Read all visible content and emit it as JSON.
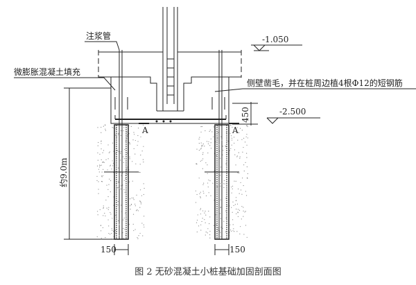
{
  "labels": {
    "grout_pipe": "注浆管",
    "fill": "微膨胀混凝土填充",
    "side_wall": "侧壁凿毛，并在桩周边植4根Φ12的短钢筋",
    "level_top": "-1.050",
    "level_bottom": "-2.500",
    "dim_450": "450",
    "pile_length": "约9.0m",
    "section_a_left": "A",
    "section_a_right": "A",
    "pile_dia_left": "150",
    "pile_dia_right": "150"
  },
  "caption": "图 2 无砂混凝土小桩基础加固剖面图"
}
